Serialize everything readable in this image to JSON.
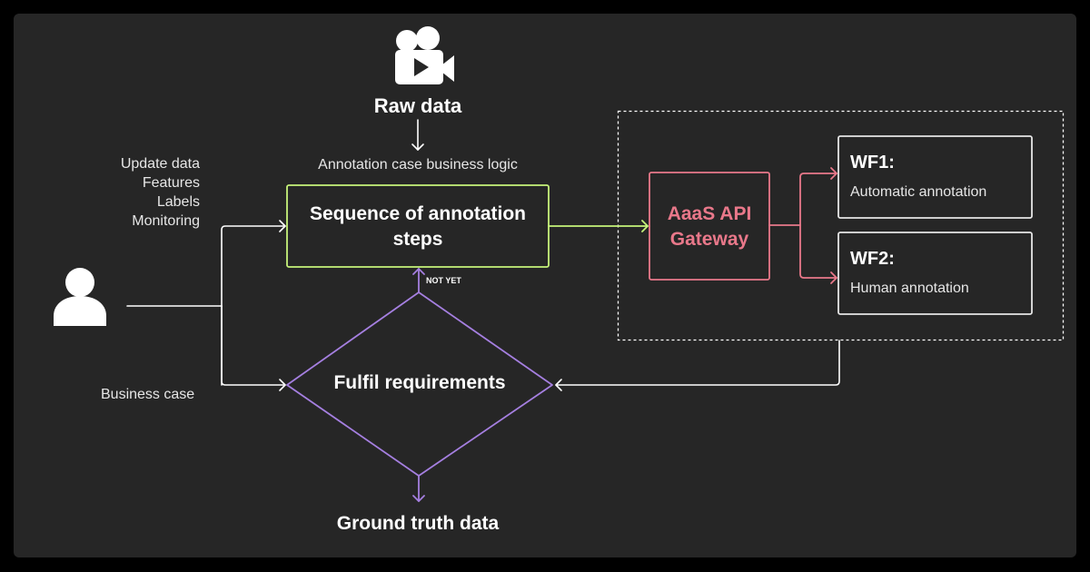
{
  "colors": {
    "background": "#262626",
    "outer": "#000000",
    "text": "#ffffff",
    "sequence_box": "#c6f37a",
    "gateway": "#e9788a",
    "decision": "#a57fe0",
    "workflow_box": "#e6e6e6",
    "dashed_border": "#ffffff"
  },
  "nodes": {
    "raw_data": {
      "icon": "video-camera-icon",
      "label": "Raw data"
    },
    "business_logic": {
      "label": "Annotation case business logic"
    },
    "user": {
      "icon": "user-icon"
    },
    "user_inputs": {
      "lines": [
        "Update data",
        "Features",
        "Labels",
        "Monitoring"
      ]
    },
    "business_case": {
      "label": "Business case"
    },
    "sequence": {
      "label_line1": "Sequence of annotation",
      "label_line2": "steps"
    },
    "gateway": {
      "label_line1": "AaaS API",
      "label_line2": "Gateway"
    },
    "wf1": {
      "title": "WF1:",
      "subtitle": "Automatic annotation"
    },
    "wf2": {
      "title": "WF2:",
      "subtitle": "Human annotation"
    },
    "decision": {
      "label": "Fulfil requirements",
      "loop_label": "NOT YET"
    },
    "output": {
      "label": "Ground truth data"
    }
  },
  "edges": [
    {
      "from": "raw_data",
      "to": "sequence"
    },
    {
      "from": "user",
      "to": "sequence",
      "label": "user_inputs"
    },
    {
      "from": "user",
      "to": "decision",
      "label": "business_case"
    },
    {
      "from": "sequence",
      "to": "gateway"
    },
    {
      "from": "gateway",
      "to": "wf1"
    },
    {
      "from": "gateway",
      "to": "wf2"
    },
    {
      "from": "workflows",
      "to": "decision"
    },
    {
      "from": "decision",
      "to": "sequence",
      "label": "NOT YET"
    },
    {
      "from": "decision",
      "to": "output"
    }
  ]
}
